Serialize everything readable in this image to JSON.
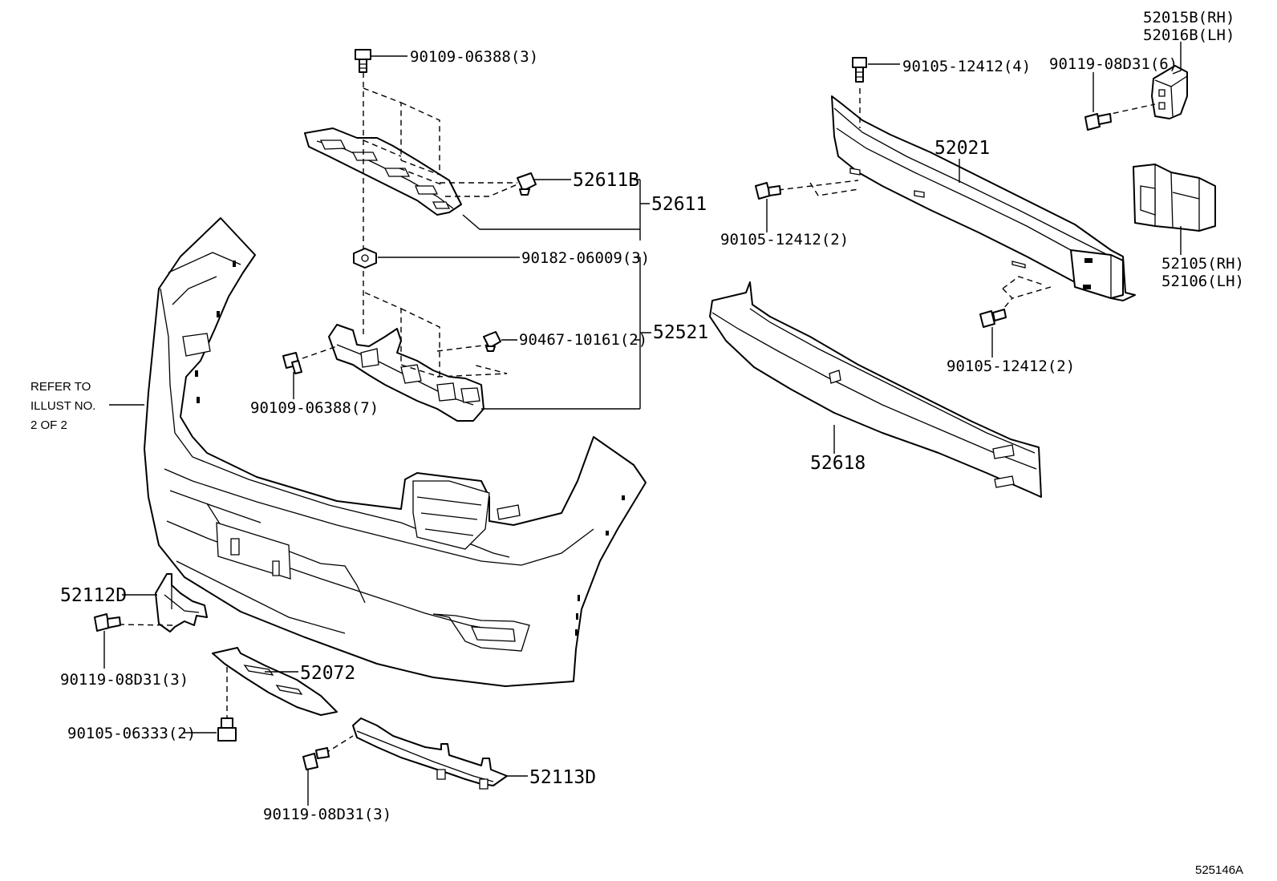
{
  "diagram_id": "525146A",
  "note": {
    "line1": "REFER TO",
    "line2": "ILLUST NO.",
    "line3": "2 OF 2"
  },
  "labels": {
    "bolt_top": "90109-06388(3)",
    "clip_52611B": "52611B",
    "assy_52611": "52611",
    "nut_90182": "90182-06009(3)",
    "clip_90467": "90467-10161(2)",
    "assy_52521": "52521",
    "bolt_7": "90109-06388(7)",
    "bolt_12412_4": "90105-12412(4)",
    "rh_52015B": "52015B(RH)",
    "lh_52016B": "52016B(LH)",
    "bolt_08D31_6": "90119-08D31(6)",
    "reinf_52021": "52021",
    "bolt_12412_2a": "90105-12412(2)",
    "rh_52105": "52105(RH)",
    "lh_52106": "52106(LH)",
    "bolt_12412_2b": "90105-12412(2)",
    "absorber_52618": "52618",
    "bracket_52112D": "52112D",
    "bolt_08D31_3a": "90119-08D31(3)",
    "cover_52072": "52072",
    "bolt_06333": "90105-06333(2)",
    "bracket_52113D": "52113D",
    "bolt_08D31_3b": "90119-08D31(3)"
  }
}
